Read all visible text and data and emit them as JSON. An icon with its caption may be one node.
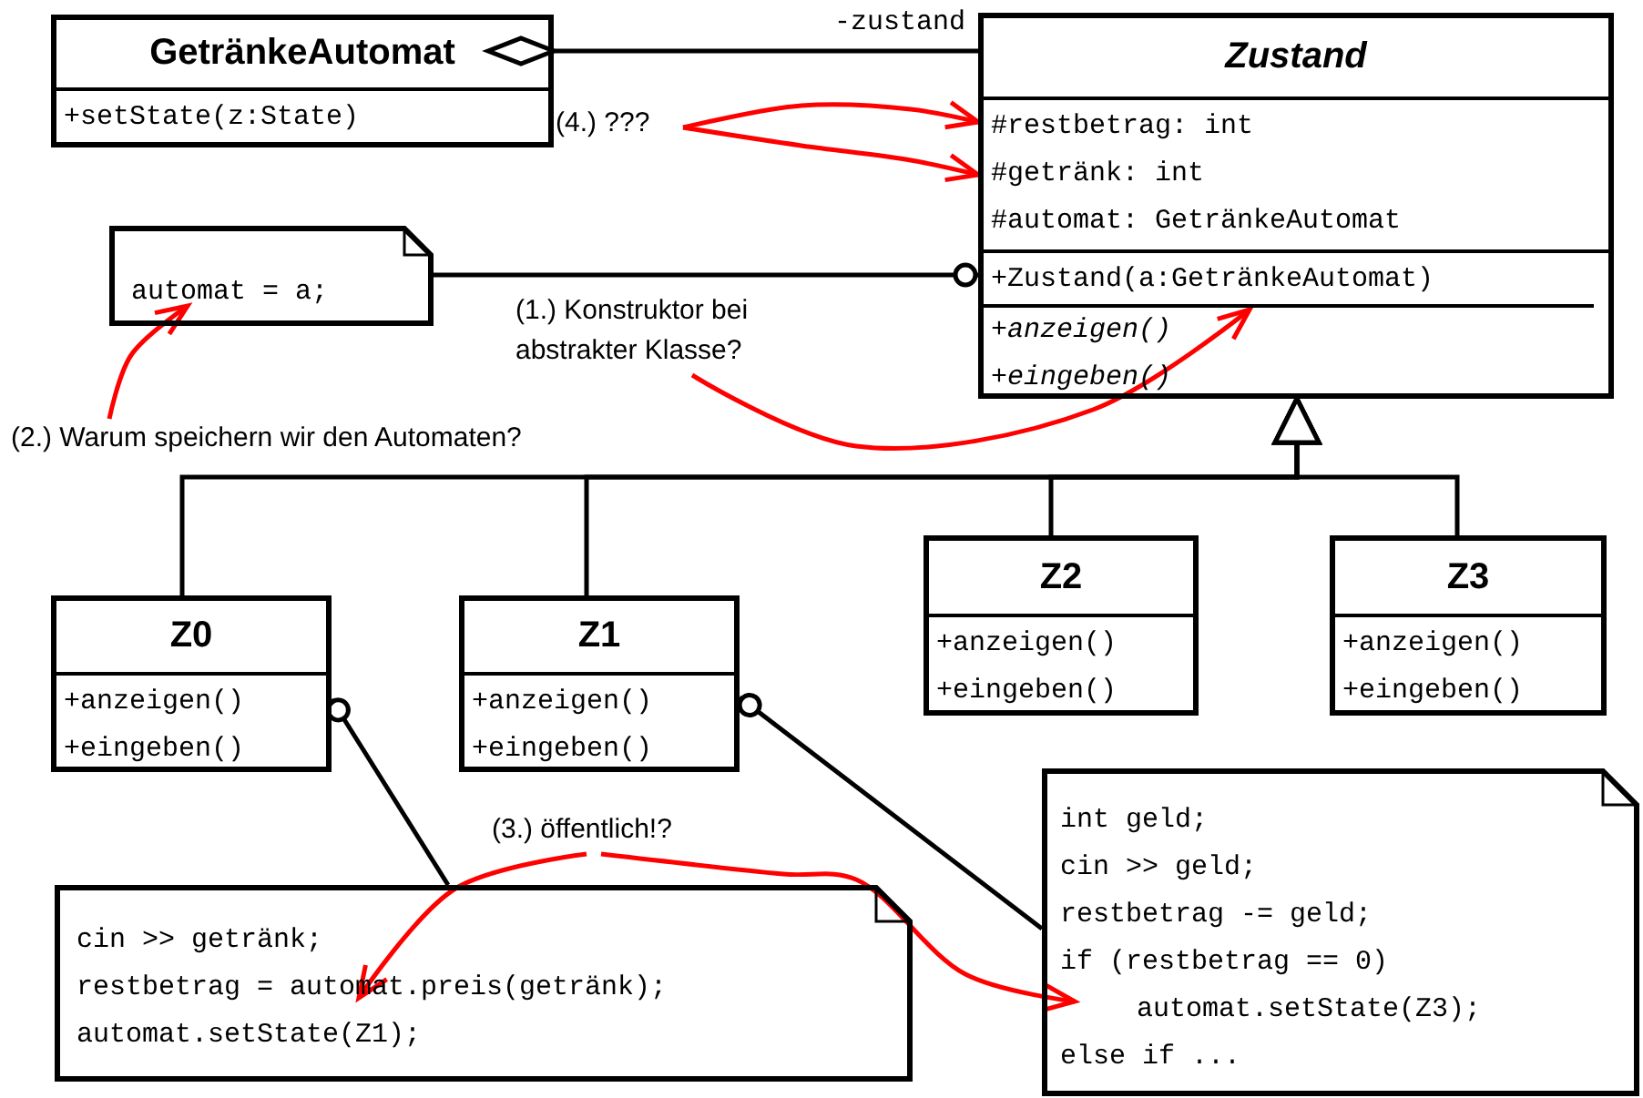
{
  "diagram": {
    "nodes": [
      {
        "text": [
          "GetränkeAutomat",
          "+setState(z:State)"
        ]
      },
      {
        "text": [
          "Zustand",
          "#restbetrag: int",
          "#getränk: int",
          "#automat: GetränkeAutomat",
          "+Zustand(a:GetränkeAutomat)",
          "+anzeigen()",
          "+eingeben()"
        ]
      },
      {
        "text": [
          "automat = a;"
        ]
      },
      {
        "text": [
          "Z0",
          "+anzeigen()",
          "+eingeben()"
        ]
      },
      {
        "text": [
          "Z1",
          "+anzeigen()",
          "+eingeben()"
        ]
      },
      {
        "text": [
          "Z2",
          "+anzeigen()",
          "+eingeben()"
        ]
      },
      {
        "text": [
          "Z3",
          "+anzeigen()",
          "+eingeben()"
        ]
      },
      {
        "text": [
          "cin >> getränk;",
          "restbetrag = automat.preis(getränk);",
          "automat.setState(Z1);"
        ]
      },
      {
        "text": [
          "int geld;",
          "cin >> geld;",
          "restbetrag -= geld;",
          "if (restbetrag == 0)",
          "automat.setState(Z3);",
          "else if ..."
        ]
      },
      {
        "text": [
          "(4.) ???"
        ]
      },
      {
        "text": [
          "(1.) Konstruktor bei abstrakter Klasse?"
        ]
      },
      {
        "text": [
          "(2.) Warum speichern wir den Automaten?"
        ]
      },
      {
        "text": [
          "(3.) öffentlich!?"
        ]
      }
    ],
    "edges": [
      {
        "from": 0,
        "to": 1,
        "arrow": "other",
        "label": "-zustand"
      },
      {
        "from": 2,
        "to": 1,
        "arrow": "other"
      },
      {
        "from": 3,
        "to": 1,
        "arrow": "to"
      },
      {
        "from": 4,
        "to": 1,
        "arrow": "to"
      },
      {
        "from": 5,
        "to": 1,
        "arrow": "to"
      },
      {
        "from": 6,
        "to": 1,
        "arrow": "to"
      },
      {
        "from": 7,
        "to": 3,
        "arrow": "other"
      },
      {
        "from": 8,
        "to": 4,
        "arrow": "other"
      },
      {
        "from": 9,
        "to": 1,
        "arrow": "to",
        "color": "#ff0000"
      },
      {
        "from": 9,
        "to": 1,
        "arrow": "to",
        "color": "#ff0000"
      },
      {
        "from": 10,
        "to": 1,
        "arrow": "to",
        "color": "#ff0000"
      },
      {
        "from": 11,
        "to": 2,
        "arrow": "to",
        "color": "#ff0000"
      },
      {
        "from": 12,
        "to": 7,
        "arrow": "to",
        "color": "#ff0000"
      },
      {
        "from": 12,
        "to": 8,
        "arrow": "to",
        "color": "#ff0000"
      }
    ]
  }
}
